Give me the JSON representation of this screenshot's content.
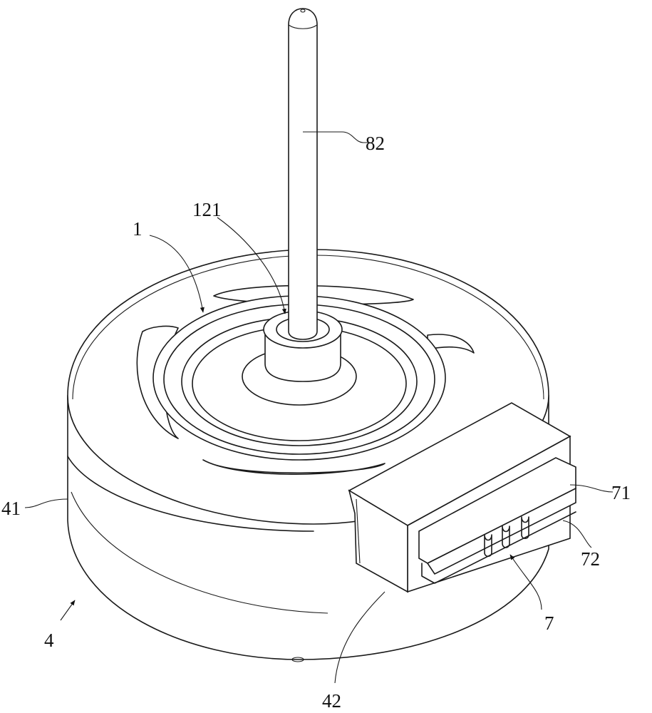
{
  "labels": {
    "shaft": "82",
    "shaft_opening": "121",
    "cover": "1",
    "housing_side": "41",
    "motor": "4",
    "connector_body": "71",
    "connector_plug": "72",
    "connector": "7",
    "housing_bracket": "42"
  }
}
